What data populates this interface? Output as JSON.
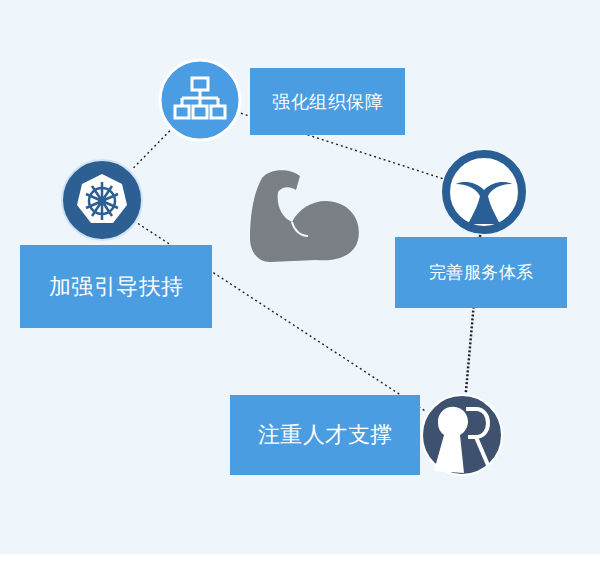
{
  "diagram": {
    "nodes": [
      {
        "text": [
          "强化组织保障"
        ]
      },
      {
        "text": [
          "加强引导扶持"
        ]
      },
      {
        "text": [
          "完善服务体系"
        ]
      },
      {
        "text": [
          "注重人才支撑"
        ]
      }
    ],
    "edges": [
      {
        "from": 0,
        "to": 1,
        "arrow": "none"
      },
      {
        "from": 0,
        "to": 2,
        "arrow": "none"
      },
      {
        "from": 2,
        "to": 3,
        "arrow": "none"
      },
      {
        "from": 1,
        "to": 3,
        "arrow": "none"
      }
    ]
  }
}
